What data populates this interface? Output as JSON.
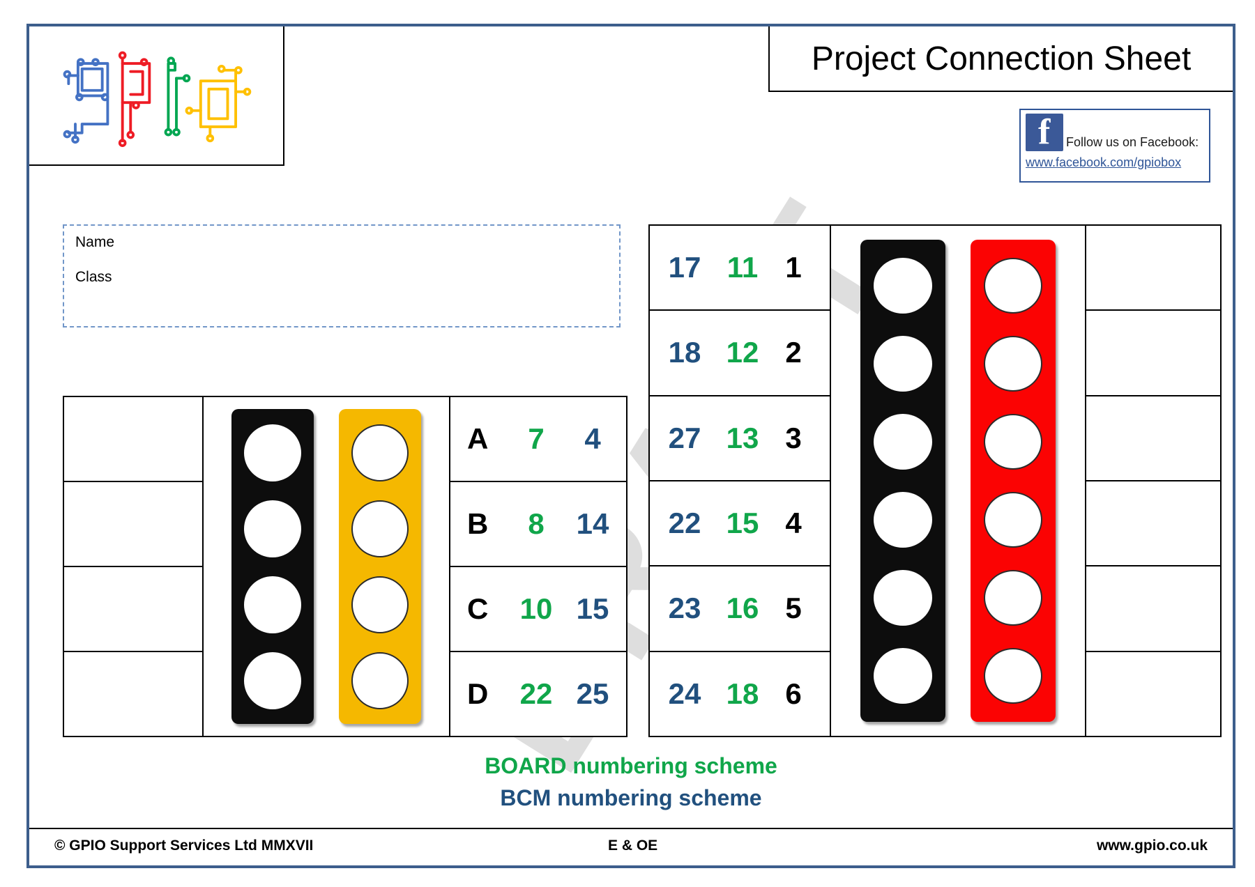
{
  "header": {
    "title": "Project Connection Sheet",
    "logo_alt": "gpio-logo",
    "logo_colors": [
      "#4472c4",
      "#ee1c25",
      "#00a651",
      "#ffc000"
    ],
    "facebook": {
      "follow_label": "Follow us on Facebook:",
      "url": "www.facebook.com/gpiobox",
      "icon": "facebook-icon"
    }
  },
  "details": {
    "name_label": "Name",
    "class_label": "Class"
  },
  "watermark": {
    "text": "DRAFT"
  },
  "left_table": {
    "rows": [
      {
        "label": "A",
        "board": "7",
        "bcm": "4"
      },
      {
        "label": "B",
        "board": "8",
        "bcm": "14"
      },
      {
        "label": "C",
        "board": "10",
        "bcm": "15"
      },
      {
        "label": "D",
        "board": "22",
        "bcm": "25"
      }
    ],
    "notes_cells": [
      "",
      "",
      "",
      ""
    ],
    "strips": [
      {
        "name": "black-connector-strip",
        "color": "#0d0d0d",
        "holes": 4
      },
      {
        "name": "yellow-connector-strip",
        "color": "#f5b800",
        "holes": 4
      }
    ]
  },
  "right_table": {
    "rows": [
      {
        "bcm": "17",
        "board": "11",
        "pin": "1"
      },
      {
        "bcm": "18",
        "board": "12",
        "pin": "2"
      },
      {
        "bcm": "27",
        "board": "13",
        "pin": "3"
      },
      {
        "bcm": "22",
        "board": "15",
        "pin": "4"
      },
      {
        "bcm": "23",
        "board": "16",
        "pin": "5"
      },
      {
        "bcm": "24",
        "board": "18",
        "pin": "6"
      }
    ],
    "notes_cells": [
      "",
      "",
      "",
      "",
      "",
      ""
    ],
    "strips": [
      {
        "name": "black-connector-strip",
        "color": "#0d0d0d",
        "holes": 6
      },
      {
        "name": "red-connector-strip",
        "color": "#fb0303",
        "holes": 6
      }
    ]
  },
  "legend": {
    "board_scheme": "BOARD numbering scheme",
    "bcm_scheme": "BCM numbering scheme",
    "board_color": "#10a64a",
    "bcm_color": "#21507e"
  },
  "footer": {
    "copyright": "© GPIO Support Services Ltd MMXVII",
    "disclaimer": "E & OE",
    "website": "www.gpio.co.uk"
  },
  "theme": {
    "page_border": "#3d5e8c",
    "green": "#10a64a",
    "blue": "#21507e",
    "black": "#000000"
  }
}
